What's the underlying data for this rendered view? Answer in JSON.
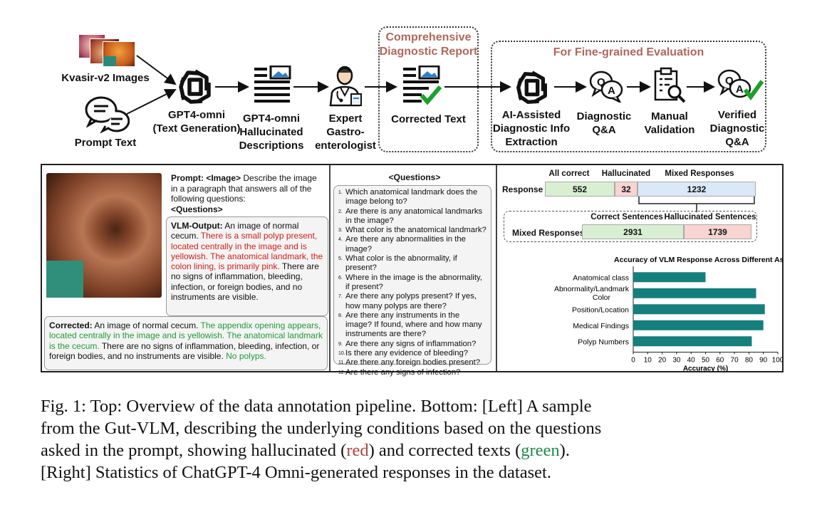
{
  "pipeline": {
    "kvasir_label": "Kvasir-v2 Images",
    "prompt_label": "Prompt Text",
    "gpt_textgen_label": [
      "GPT4-omni",
      "(Text Generation)"
    ],
    "gpt_halluc_label": [
      "GPT4-omni",
      "Hallucinated",
      "Descriptions"
    ],
    "expert_label": [
      "Expert",
      "Gastro-",
      "enterologist"
    ],
    "report_title": [
      "Comprehensive",
      "Diagnostic Report"
    ],
    "corrected_label": "Corrected Text",
    "eval_title": "For Fine-grained  Evaluation",
    "ai_label": [
      "AI-Assisted",
      "Diagnostic Info",
      "Extraction"
    ],
    "qa_label": [
      "Diagnostic",
      "Q&A"
    ],
    "manual_label": [
      "Manual",
      "Validation"
    ],
    "verified_label": [
      "Verified",
      "Diagnostic",
      "Q&A"
    ]
  },
  "sample": {
    "prompt_bold": "Prompt: <Image>",
    "prompt_text": " Describe the image in a paragraph that answers all of the following questions:",
    "prompt_questions": "<Questions>",
    "vlm_label": "VLM-Output:",
    "vlm_plain1": " An image of normal cecum. ",
    "vlm_red": "There is a small polyp present, located centrally in the image and is yellowish. The anatomical landmark, the colon lining, is primarily pink.",
    "vlm_plain2": " There are no signs of inflammation, bleeding, infection, or foreign bodies, and no instruments are visible.",
    "corr_label": "Corrected:",
    "corr_plain1": " An image of normal cecum. ",
    "corr_green1": "The appendix opening appears, located centrally in the image and is yellowish. The anatomical landmark is the cecum.",
    "corr_plain2": " There are no signs of inflammation, bleeding, infection, or foreign bodies, and no instruments are visible. ",
    "corr_green2": "No polyps."
  },
  "questions": {
    "title": "<Questions>",
    "items": [
      {
        "n": "1.",
        "text": "Which anatomical landmark does the image belong to?"
      },
      {
        "n": "2.",
        "text": "Are there is any anatomical landmarks in the image?"
      },
      {
        "n": "3.",
        "text": "What color is the anatomical landmark?"
      },
      {
        "n": "4.",
        "text": "Are there any abnormalities in the image?"
      },
      {
        "n": "5.",
        "text": "What color is the abnormality, if present?"
      },
      {
        "n": "6.",
        "text": "Where in the image is the abnormality, if present?"
      },
      {
        "n": "7.",
        "text": "Are there any polyps present? If yes, how many polyps are there?"
      },
      {
        "n": "8.",
        "text": "Are there any instruments in the image? If found, where and how many instruments are there?"
      },
      {
        "n": "9.",
        "text": "Are there any signs of inflammation?"
      },
      {
        "n": "10.",
        "text": "Is there any evidence of bleeding?"
      },
      {
        "n": "11.",
        "text": "Are there any foreign bodies present?"
      },
      {
        "n": "12.",
        "text": "Are there any signs of infection?"
      }
    ]
  },
  "stats": {
    "headers": [
      "All correct",
      "Hallucinated",
      "Mixed Responses"
    ],
    "row_label": "Response",
    "values": [
      "552",
      "32",
      "1232"
    ],
    "mixed_headers": [
      "Correct Sentences",
      "Hallucinated Sentences"
    ],
    "mixed_label": "Mixed Responses",
    "mixed_values": [
      "2931",
      "1739"
    ],
    "colors": {
      "green": "#d9efd2",
      "red": "#f8d4d2",
      "blue": "#dbe8f8"
    }
  },
  "chart_data": {
    "type": "bar",
    "orientation": "horizontal",
    "title": "Accuracy of VLM Response Across Different Aspects",
    "categories": [
      "Anatomical class",
      "Abnormality/Landmark Color",
      "Position/Location",
      "Medical Findings",
      "Polyp Numbers"
    ],
    "values": [
      50,
      85,
      91,
      90,
      82
    ],
    "xlabel": "Accuracy (%)",
    "xlim": [
      0,
      100
    ],
    "xticks": [
      "0",
      "10",
      "20",
      "30",
      "40",
      "50",
      "60",
      "70",
      "80",
      "90",
      "100"
    ],
    "bar_color": "#157f7c"
  },
  "caption": {
    "line1": "Fig. 1: Top: Overview of the data annotation pipeline. Bottom: [Left] A sample",
    "line2": "from the Gut-VLM, describing the underlying conditions based on the questions",
    "line3a": "asked in the prompt, showing hallucinated (",
    "red_word": "red",
    "line3b": ") and corrected texts (",
    "green_word": "green",
    "line3c": ").",
    "line4": "[Right] Statistics of ChatGPT-4 Omni-generated responses in the dataset."
  }
}
